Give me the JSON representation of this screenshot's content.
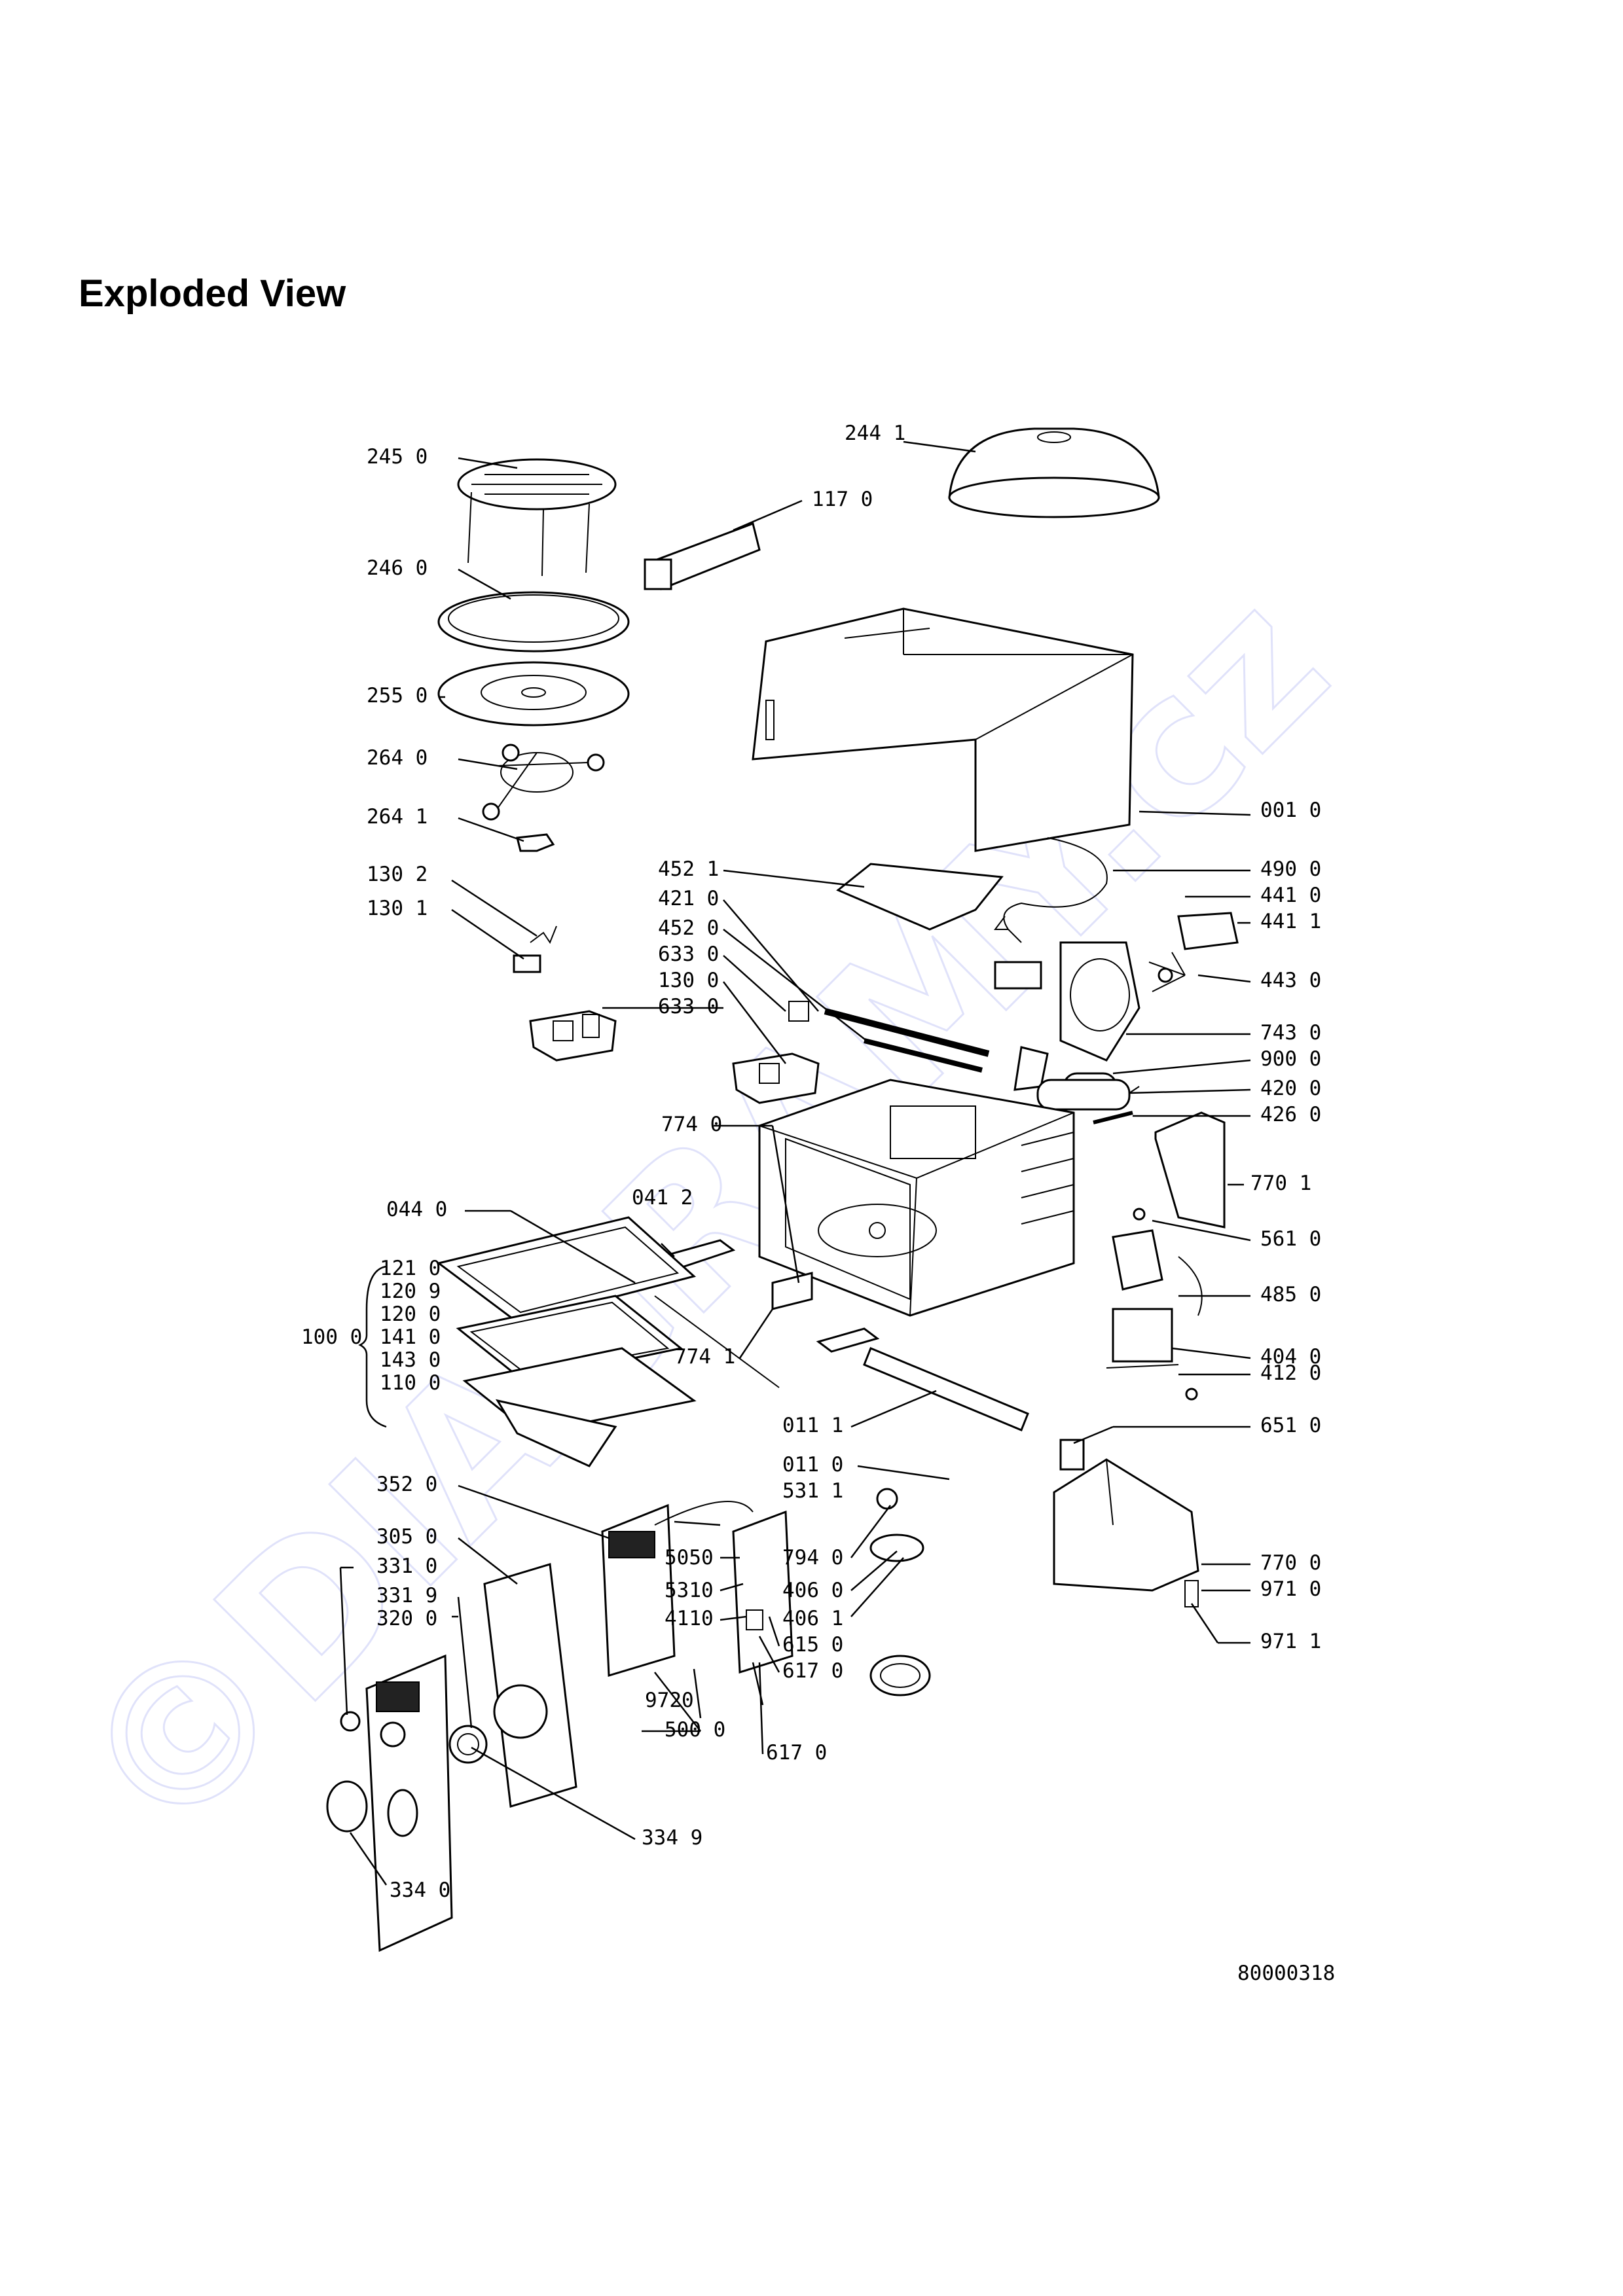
{
  "title": "Exploded View",
  "drawing_number": "80000318",
  "watermark": "©DIAGRAMY.cz",
  "labels": [
    "244 1",
    "245 0",
    "117 0",
    "246 0",
    "255 0",
    "264 0",
    "264 1",
    "130 2",
    "130 1",
    "001 0",
    "452 1",
    "490 0",
    "421 0",
    "441 0",
    "452 0",
    "441 1",
    "633 0",
    "443 0",
    "130 0",
    "633 0",
    "743 0",
    "900 0",
    "420 0",
    "426 0",
    "774 0",
    "041 2",
    "770 1",
    "044 0",
    "561 0",
    "121 0",
    "120 9",
    "120 0",
    "485 0",
    "100 0",
    "141 0",
    "774 1",
    "404 0",
    "143 0",
    "412 0",
    "110 0",
    "011 1",
    "651 0",
    "011 0",
    "352 0",
    "531 1",
    "305 0",
    "5050",
    "794 0",
    "770 0",
    "331 0",
    "5310",
    "406 0",
    "971 0",
    "331 9",
    "4110",
    "406 1",
    "320 0",
    "615 0",
    "971 1",
    "617 0",
    "9720",
    "500 0",
    "617 0",
    "334 9",
    "334 0"
  ]
}
